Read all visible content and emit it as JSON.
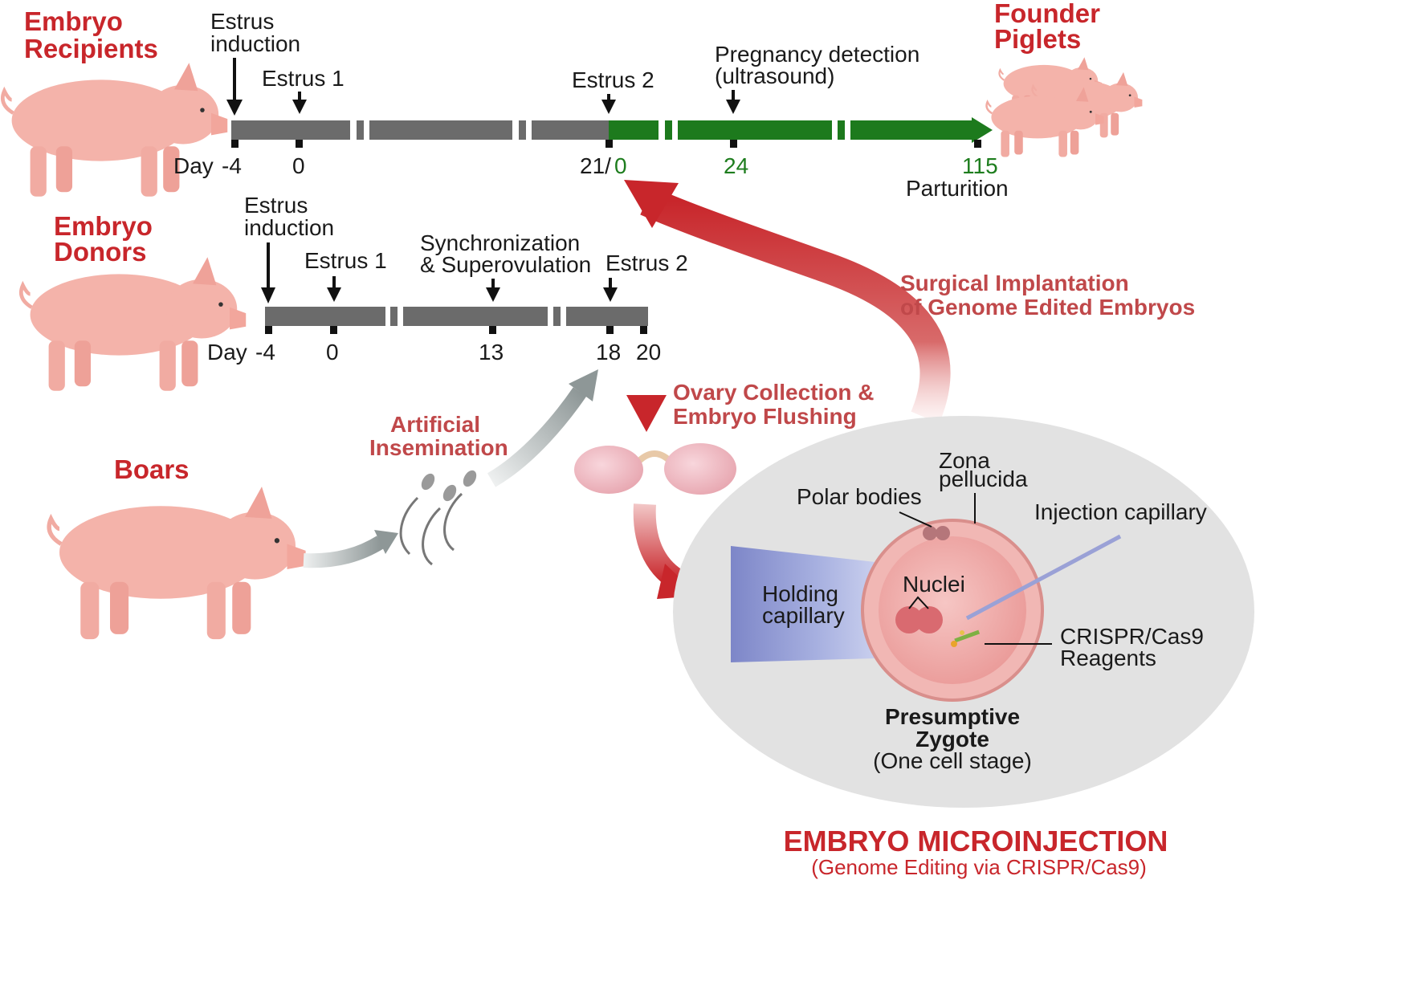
{
  "colors": {
    "red": "#c8262b",
    "red_light": "#c0484a",
    "grey_bar": "#6b6b6b",
    "green_bar": "#1d7a1d",
    "pig_skin": "#f4b3aa"
  },
  "recipients": {
    "title_line1": "Embryo",
    "title_line2": "Recipients",
    "estrus_induction_line1": "Estrus",
    "estrus_induction_line2": "induction",
    "estrus1": "Estrus 1",
    "estrus2": "Estrus 2",
    "pregnancy_line1": "Pregnancy detection",
    "pregnancy_line2": "(ultrasound)",
    "day_label": "Day",
    "day_minus4": "-4",
    "day_0": "0",
    "day_21": "21/",
    "day_21_green": "0",
    "day_24": "24",
    "day_115": "115",
    "parturition": "Parturition"
  },
  "founders": {
    "title_line1": "Founder",
    "title_line2": "Piglets"
  },
  "donors": {
    "title_line1": "Embryo",
    "title_line2": "Donors",
    "estrus_induction_line1": "Estrus",
    "estrus_induction_line2": "induction",
    "estrus1": "Estrus 1",
    "sync_line1": "Synchronization",
    "sync_line2": "& Superovulation",
    "estrus2": "Estrus 2",
    "day_label": "Day",
    "day_minus4": "-4",
    "day_0": "0",
    "day_13": "13",
    "day_18": "18",
    "day_20": "20"
  },
  "boars": {
    "title": "Boars"
  },
  "steps": {
    "ai_line1": "Artificial",
    "ai_line2": "Insemination",
    "ovary_line1": "Ovary Collection &",
    "ovary_line2": "Embryo Flushing",
    "implant_line1": "Surgical Implantation",
    "implant_line2": "of Genome Edited Embryos"
  },
  "zygote": {
    "zona_line1": "Zona",
    "zona_line2": "pellucida",
    "polar_bodies": "Polar bodies",
    "injection_capillary": "Injection capillary",
    "nuclei": "Nuclei",
    "holding_line1": "Holding",
    "holding_line2": "capillary",
    "crispr_line1": "CRISPR/Cas9",
    "crispr_line2": "Reagents",
    "title_line1": "Presumptive",
    "title_line2": "Zygote",
    "subtitle": "(One cell stage)"
  },
  "footer": {
    "title": "EMBRYO MICROINJECTION",
    "subtitle": "(Genome Editing via CRISPR/Cas9)"
  }
}
